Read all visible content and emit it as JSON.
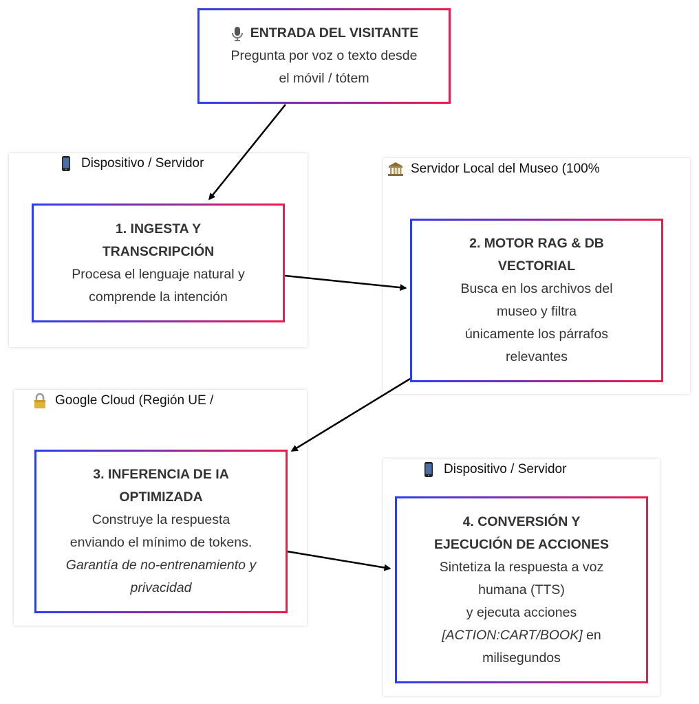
{
  "colors": {
    "border_start": "#2b3ff0",
    "border_end": "#f01a48",
    "edge": "#000000"
  },
  "groups": [
    {
      "id": "g1",
      "icon": "mobile-phone-icon",
      "label": "Dispositivo / Servidor"
    },
    {
      "id": "g2",
      "icon": "museum-building-icon",
      "label": "Servidor Local del Museo (100%"
    },
    {
      "id": "g3",
      "icon": "padlock-icon",
      "label": "Google Cloud (Región UE /"
    },
    {
      "id": "g4",
      "icon": "mobile-phone-icon",
      "label": "Dispositivo / Servidor"
    }
  ],
  "nodes": {
    "entrada": {
      "icon": "microphone-icon",
      "title": "ENTRADA DEL VISITANTE",
      "lines": [
        "Pregunta por voz o texto desde",
        "el móvil / tótem"
      ]
    },
    "ingesta": {
      "title_lines": [
        "1. INGESTA Y",
        "TRANSCRIPCIÓN"
      ],
      "lines": [
        "Procesa el lenguaje natural y",
        "comprende la intención"
      ]
    },
    "motor": {
      "title_lines": [
        "2. MOTOR RAG & DB",
        "VECTORIAL"
      ],
      "lines": [
        "Busca en los archivos del",
        "museo y filtra",
        "únicamente los párrafos",
        "relevantes"
      ]
    },
    "inferencia": {
      "title_lines": [
        "3. INFERENCIA DE IA",
        "OPTIMIZADA"
      ],
      "lines": [
        "Construye la respuesta",
        "enviando el mínimo de tokens."
      ],
      "italic_lines": [
        "Garantía de no-entrenamiento y",
        "privacidad"
      ]
    },
    "conversion": {
      "title_lines": [
        "4. CONVERSIÓN Y",
        "EJECUCIÓN DE ACCIONES"
      ],
      "lines": [
        "Sintetiza la respuesta a voz",
        "humana (TTS)",
        "y ejecuta acciones"
      ],
      "action_italic": "[ACTION:CART/BOOK]",
      "action_rest": " en",
      "last_line": "milisegundos"
    }
  },
  "edges": [
    {
      "from": "entrada",
      "to": "ingesta"
    },
    {
      "from": "ingesta",
      "to": "motor"
    },
    {
      "from": "motor",
      "to": "inferencia"
    },
    {
      "from": "inferencia",
      "to": "conversion"
    }
  ]
}
